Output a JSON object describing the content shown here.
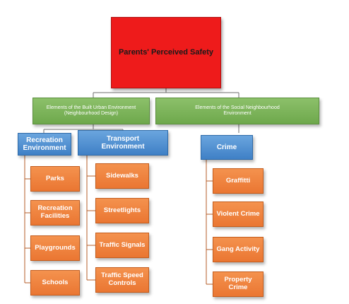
{
  "root": {
    "label": "Parents' Perceived Safety"
  },
  "groups": [
    {
      "label": "Elements of the Built Urban Environment (Neighbourhood Design)",
      "subgroups": [
        {
          "label": "Recreation Environment",
          "items": [
            "Parks",
            "Recreation Facilities",
            "Playgrounds",
            "Schools"
          ]
        },
        {
          "label": "Transport Environment",
          "items": [
            "Sidewalks",
            "Streetlights",
            "Traffic Signals",
            "Traffic Speed Controls"
          ]
        }
      ]
    },
    {
      "label": "Elements of the  Social Neighbourhood Environment",
      "subgroups": [
        {
          "label": "Crime",
          "items": [
            "Graffitti",
            "Violent Crime",
            "Gang Activity",
            "Property Crime"
          ]
        }
      ]
    }
  ],
  "colors": {
    "root": "#ee1b1b",
    "level1": "#7ab458",
    "level2": "#5193d4",
    "level3": "#ef8240",
    "line": "#b45d28",
    "line_top": "#6e6e6e"
  }
}
